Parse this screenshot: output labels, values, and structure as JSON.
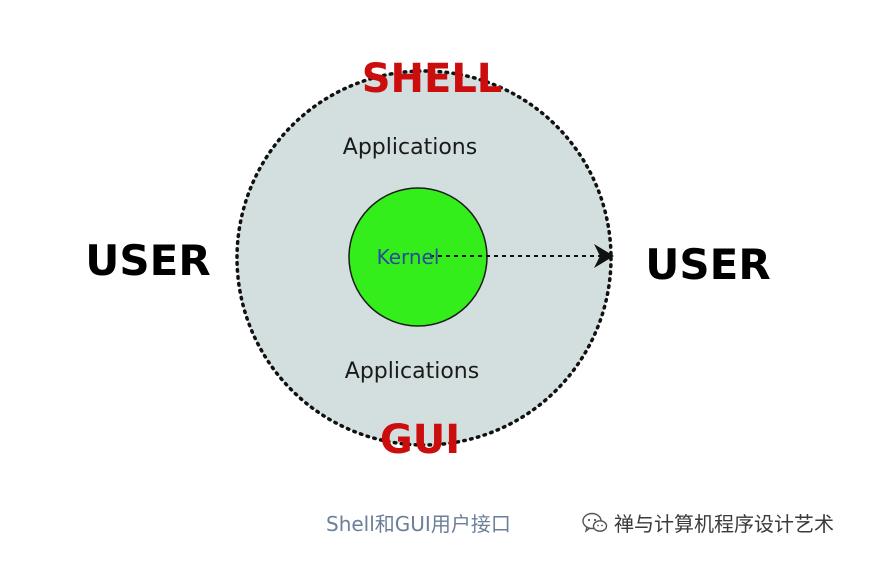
{
  "diagram": {
    "shell_label": "SHELL",
    "gui_label": "GUI",
    "applications_top": "Applications",
    "applications_bottom": "Applications",
    "kernel_label": "Kernel",
    "user_left": "USER",
    "user_right": "USER"
  },
  "caption": "Shell和GUI用户接口",
  "watermark": {
    "text": "禅与计算机程序设计艺术",
    "icon": "wechat-icon"
  },
  "colors": {
    "shell_fill": "#d3dedf",
    "kernel_fill": "#33ee1a",
    "label_red": "#cc0d0d",
    "kernel_text": "#2a4a9a"
  }
}
